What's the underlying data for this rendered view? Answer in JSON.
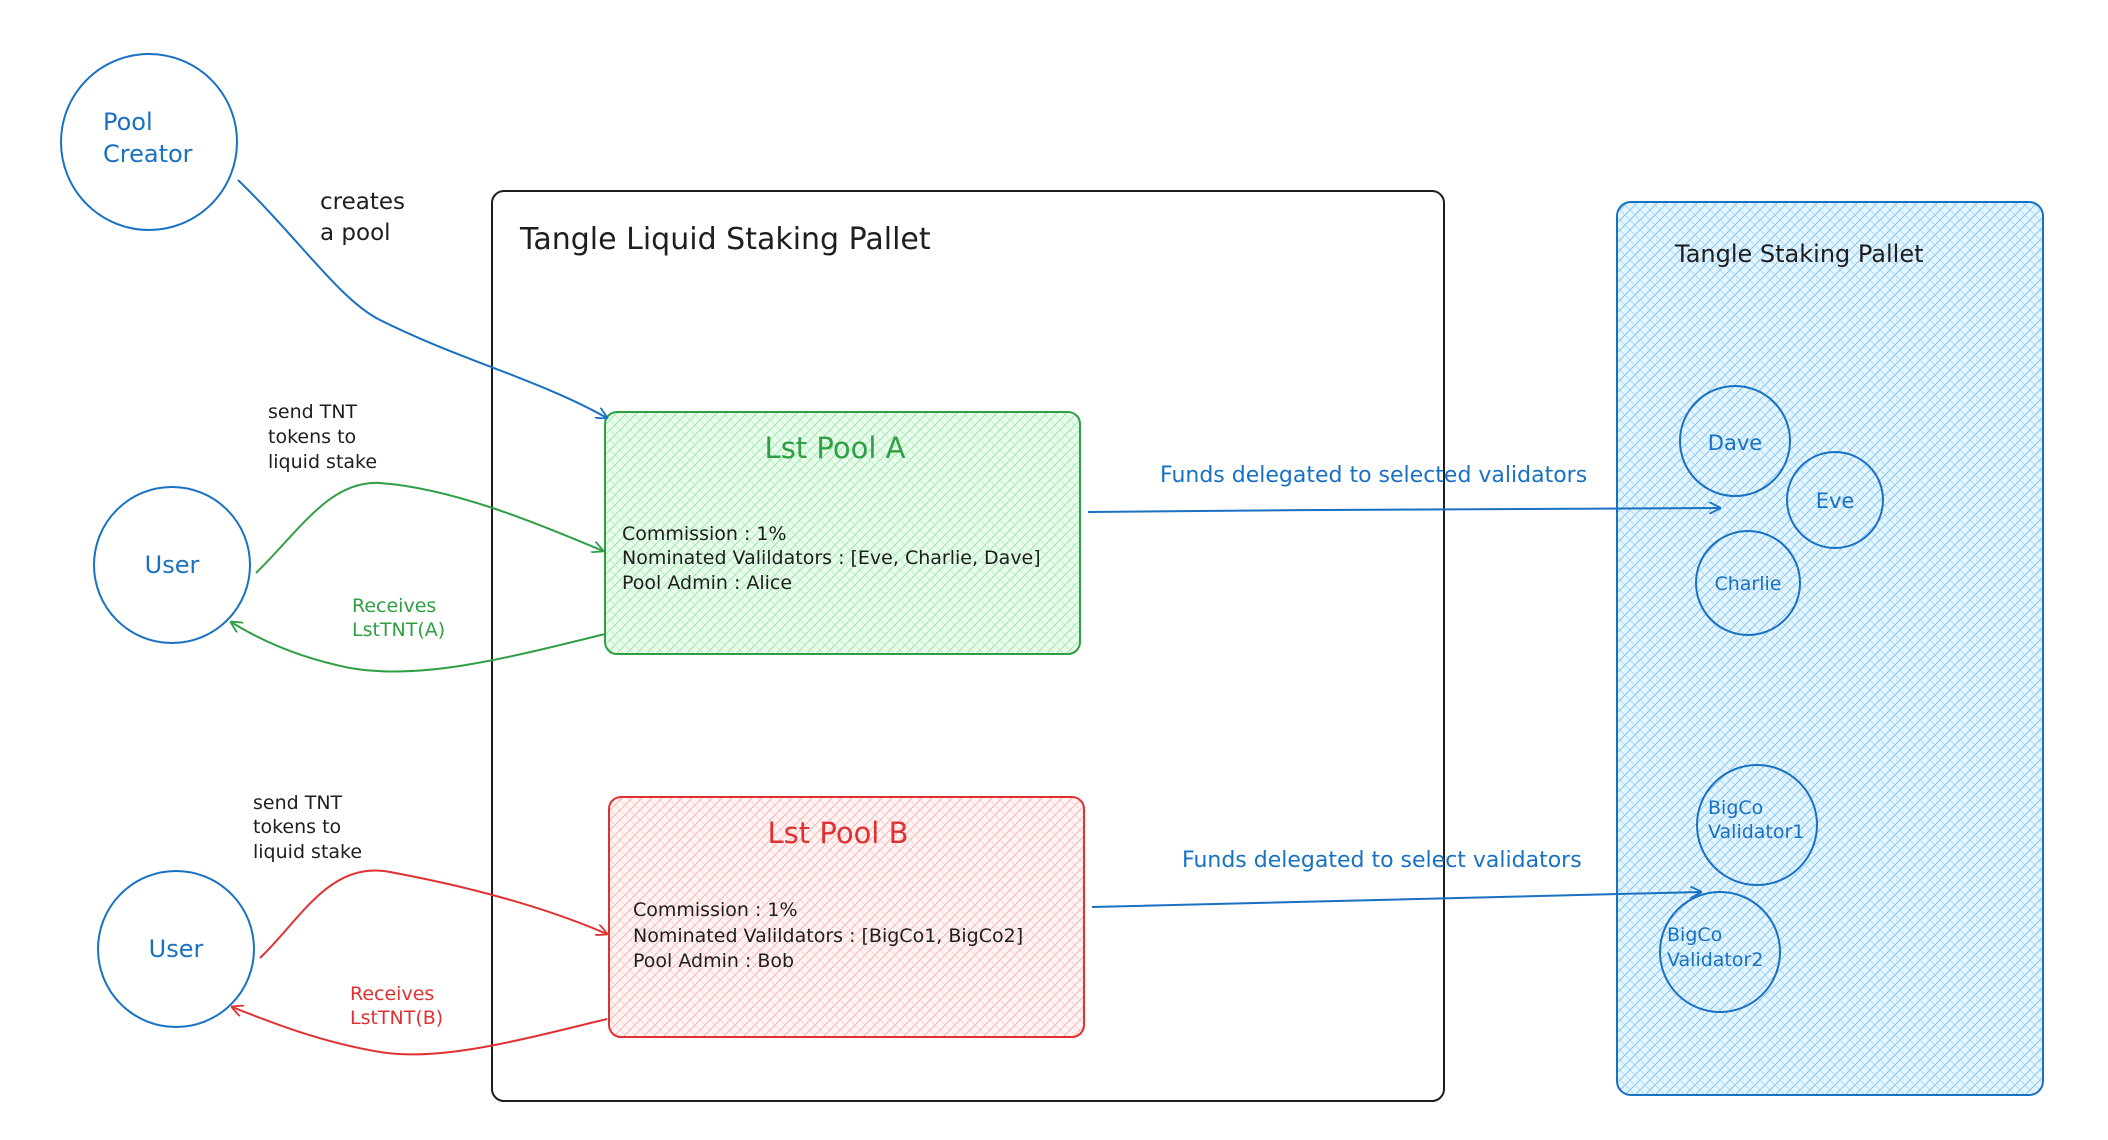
{
  "colors": {
    "blue": "#1971c2",
    "green": "#2f9e44",
    "red": "#e03131",
    "black": "#1e1e1e",
    "green_fill": "#d3f9d8",
    "red_fill": "#ffe3e3",
    "blue_fill": "#a5d8ff"
  },
  "actors": {
    "pool_creator": [
      "Pool",
      "Creator"
    ],
    "user_a": "User",
    "user_b": "User"
  },
  "edges": {
    "creates": [
      "creates",
      "a pool"
    ],
    "send_a": [
      "send TNT",
      "tokens to",
      "liquid stake"
    ],
    "receives_a": [
      "Receives",
      "LstTNT(A)"
    ],
    "send_b": [
      "send TNT",
      "tokens to",
      "liquid stake"
    ],
    "receives_b": [
      "Receives",
      "LstTNT(B)"
    ],
    "delegate_a": "Funds delegated to selected validators",
    "delegate_b": "Funds delegated to select validators"
  },
  "liquid_pallet": {
    "title": "Tangle Liquid Staking Pallet"
  },
  "pool_a": {
    "title": "Lst Pool A",
    "lines": [
      "Commission : 1%",
      "Nominated Valildators : [Eve, Charlie, Dave]",
      "Pool Admin : Alice"
    ]
  },
  "pool_b": {
    "title": "Lst Pool B",
    "lines": [
      "Commission : 1%",
      "Nominated Valildators : [BigCo1, BigCo2]",
      "Pool Admin : Bob"
    ]
  },
  "staking_pallet": {
    "title": "Tangle Staking Pallet",
    "validators": {
      "dave": "Dave",
      "eve": "Eve",
      "charlie": "Charlie",
      "bigco1": [
        "BigCo",
        "Validator1"
      ],
      "bigco2": [
        "BigCo",
        "Validator2"
      ]
    }
  }
}
